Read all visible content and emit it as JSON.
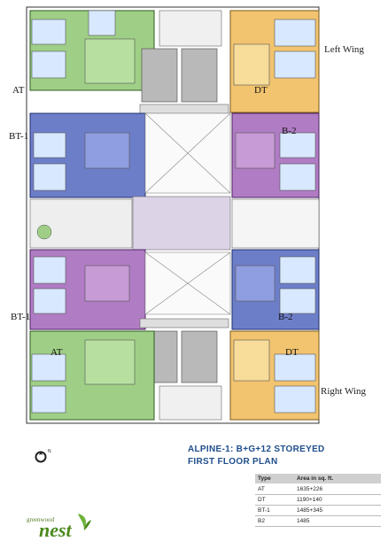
{
  "labels": {
    "left_wing": "Left Wing",
    "right_wing": "Right Wing",
    "at_top": "AT",
    "dt_top": "DT",
    "bt1_upper": "BT-1",
    "b2_upper": "B-2",
    "bt1_lower": "BT-1",
    "b2_lower": "B-2",
    "at_bottom": "AT",
    "dt_bottom": "DT"
  },
  "compass": {
    "mark": "N"
  },
  "title": {
    "line1": "ALPINE-1: B+G+12 STOREYED",
    "line2": "FIRST FLOOR PLAN"
  },
  "area_table": {
    "headers": [
      "Type",
      "Area in sq. ft."
    ],
    "rows": [
      [
        "AT",
        "1635+226"
      ],
      [
        "DT",
        "1190+140"
      ],
      [
        "BT-1",
        "1485+345"
      ],
      [
        "B2",
        "1485"
      ]
    ]
  },
  "logo": {
    "small": "greenwood",
    "big": "nest"
  },
  "colors": {
    "at_unit": "#9fcf86",
    "dt_unit": "#f2c46f",
    "bt1_unit": "#6d7ec9",
    "b2_unit": "#b07cc4",
    "bedroom": "#d8e8ff",
    "core": "#b9b9b9",
    "title": "#1f4e8c"
  }
}
